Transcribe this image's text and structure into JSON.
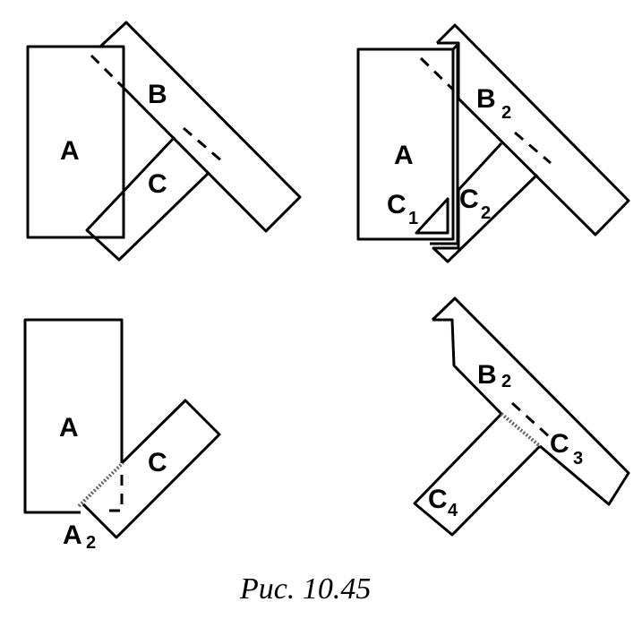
{
  "labels": {
    "p1": {
      "A": "A",
      "B": "B",
      "C": "C"
    },
    "p2": {
      "A": "A",
      "B": "B",
      "B_sub": "2",
      "C1": "C",
      "C1_sub": "1",
      "C2": "C",
      "C2_sub": "2"
    },
    "p3": {
      "A": "A",
      "C": "C",
      "A2": "A",
      "A2_sub": "2"
    },
    "p4": {
      "B": "B",
      "B_sub": "2",
      "C3": "C",
      "C3_sub": "3",
      "C4": "C",
      "C4_sub": "4"
    }
  },
  "caption": "Рис. 10.45"
}
